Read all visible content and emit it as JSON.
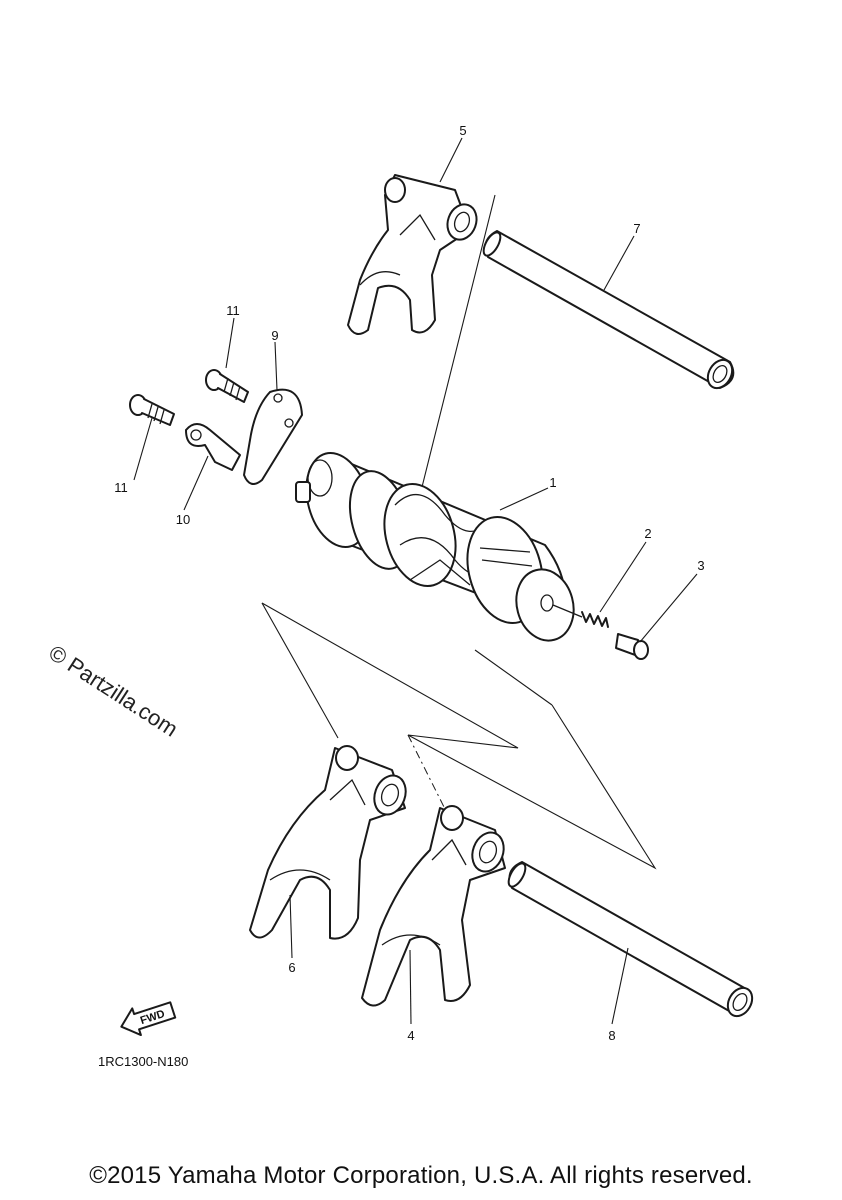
{
  "callouts": {
    "c1": "1",
    "c2": "2",
    "c3": "3",
    "c4": "4",
    "c5": "5",
    "c6": "6",
    "c7": "7",
    "c8": "8",
    "c9": "9",
    "c10": "10",
    "c11a": "11",
    "c11b": "11"
  },
  "fwd_label": "FWD",
  "diagram_code": "1RC1300-N180",
  "watermark": "© Partzilla.com",
  "copyright": "©2015 Yamaha Motor Corporation, U.S.A. All rights reserved."
}
